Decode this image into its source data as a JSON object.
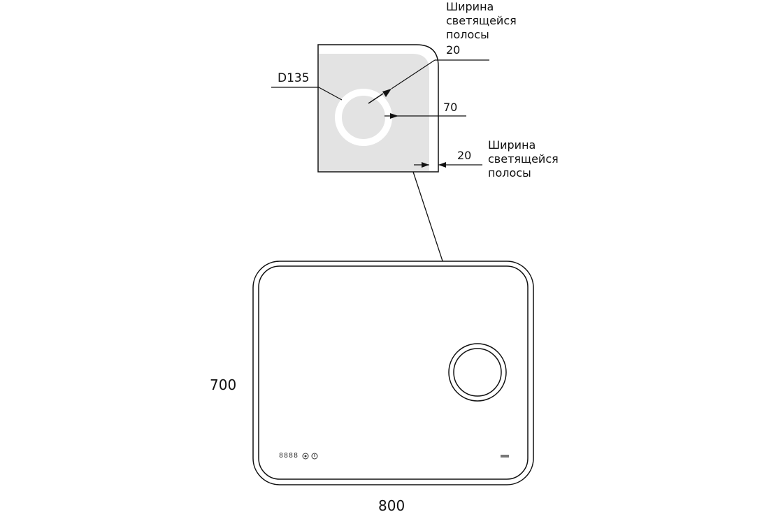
{
  "colors": {
    "stroke": "#111111",
    "detail_fill": "#e3e3e3",
    "glow": "#ffffff"
  },
  "detail": {
    "diameter_label": "D135",
    "top_strip": {
      "lines": [
        "Ширина",
        "светящейся",
        "полосы"
      ],
      "value": "20"
    },
    "side_offset": "70",
    "bottom_strip": {
      "value": "20",
      "lines": [
        "Ширина",
        "светящейся",
        "полосы"
      ]
    }
  },
  "mirror": {
    "height": "700",
    "width": "800",
    "display_text": "8888",
    "control_icons": [
      "power-icon",
      "defog-icon"
    ],
    "brand_text": "brand-logo"
  }
}
